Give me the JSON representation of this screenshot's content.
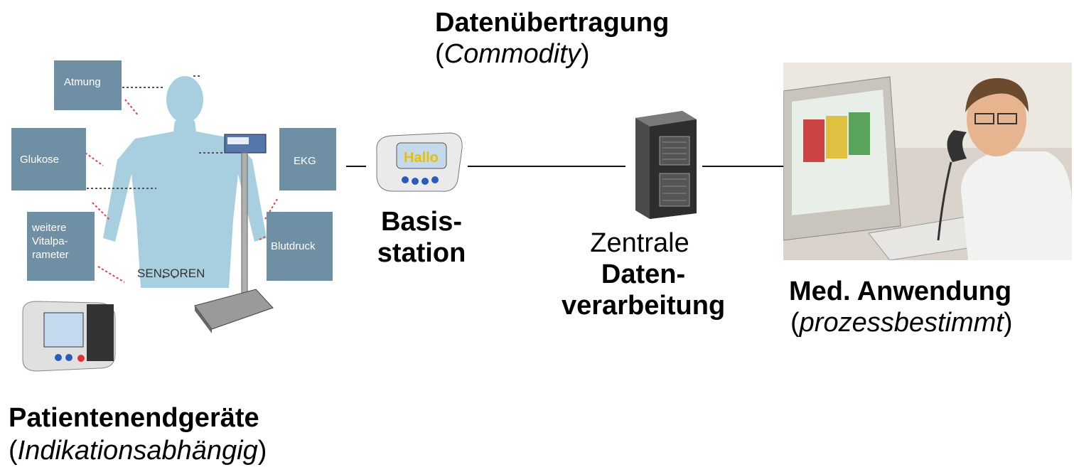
{
  "title": {
    "main": "Datenübertragung",
    "paren_open": "(",
    "paren_text": "Commodity",
    "paren_close": ")"
  },
  "sensors": {
    "atmung": "Atmung",
    "glukose": "Glukose",
    "ekg": "EKG",
    "weitere_1": "weitere",
    "weitere_2": "Vitalpa-",
    "weitere_3": "rameter",
    "blutdruck": "Blutdruck",
    "sensoren": "SENSOREN"
  },
  "basis": {
    "line1": "Basis-",
    "line2": "station"
  },
  "zentral": {
    "line1": "Zentrale",
    "line2": "Daten-",
    "line3": "verarbeitung"
  },
  "med": {
    "main": "Med. Anwendung",
    "paren_open": "(",
    "paren_text": "prozessbestimmt",
    "paren_close": ")"
  },
  "patient": {
    "main": "Patientenendgeräte",
    "paren_open": "(",
    "paren_text": "Indikationsabhängig",
    "paren_close": ")"
  },
  "colors": {
    "sensor_box": "#6f8fa5",
    "body_silhouette": "#a8cfe0",
    "connector": "#111111",
    "dotted_red": "#e04040"
  },
  "icons": {
    "body": "human-silhouette-icon",
    "scale": "body-scale-icon",
    "bp_monitor": "blood-pressure-monitor-icon",
    "base_station": "base-station-icon",
    "server": "server-tower-icon",
    "doctor": "doctor-photo"
  }
}
